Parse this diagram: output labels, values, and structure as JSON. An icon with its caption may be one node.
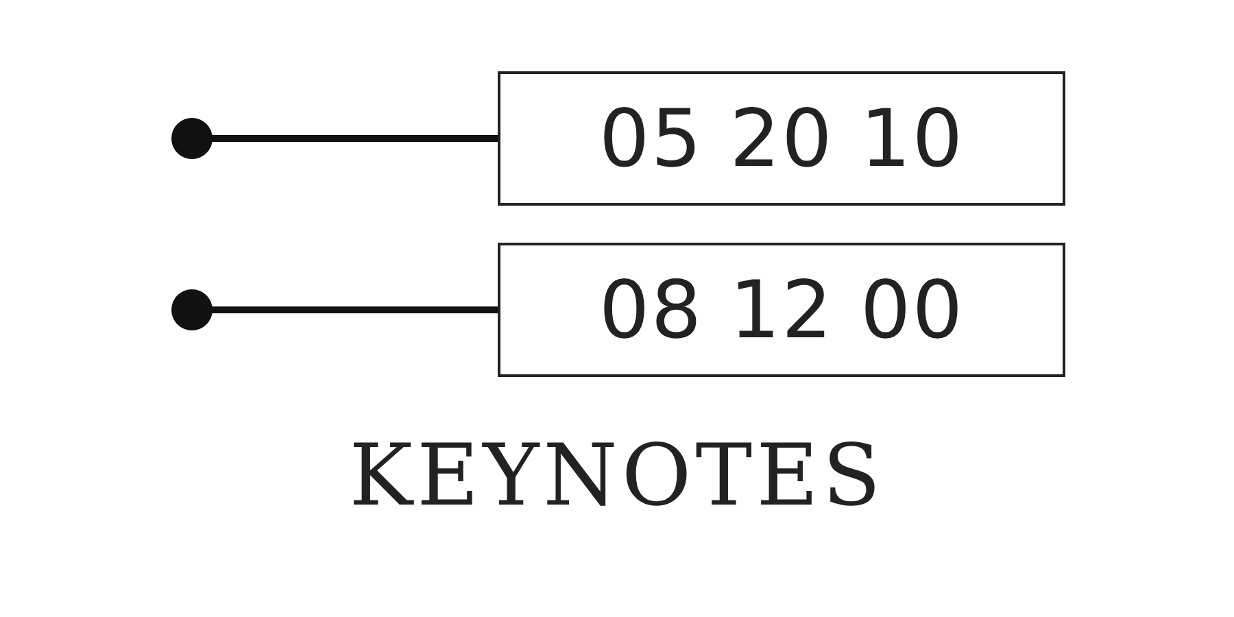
{
  "diagram": {
    "nodes": [
      {
        "text": [
          "05 20 10"
        ]
      },
      {
        "text": [
          "08 12 00"
        ]
      }
    ],
    "edges": [
      {
        "from": 0,
        "to": null,
        "arrow": "other"
      },
      {
        "from": 1,
        "to": null,
        "arrow": "other"
      }
    ],
    "labels": [
      "KEYNOTES"
    ]
  }
}
